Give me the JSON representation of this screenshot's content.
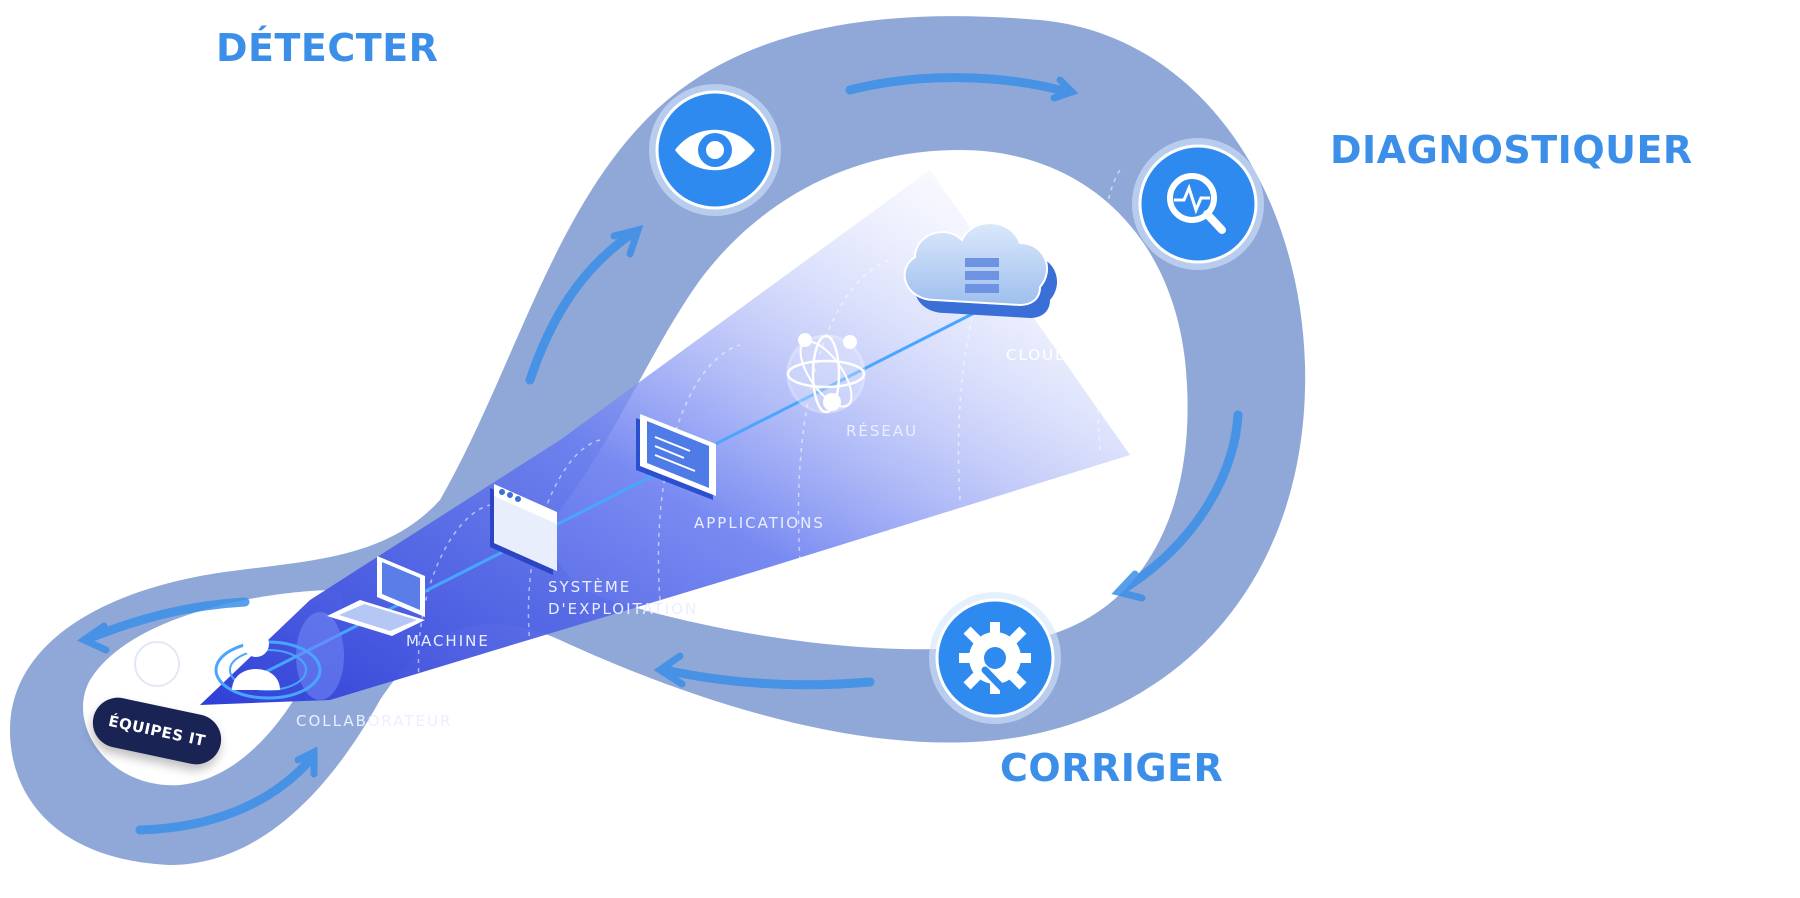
{
  "phases": {
    "detect": "DÉTECTER",
    "diagnose": "DIAGNOSTIQUER",
    "fix": "CORRIGER"
  },
  "layers": {
    "cloud": "CLOUD",
    "network": "RÉSEAU",
    "applications": "APPLICATIONS",
    "os_line1": "SYSTÈME",
    "os_line2": "D'EXPLOITATION",
    "machine": "MACHINE",
    "collaborator": "COLLABORATEUR"
  },
  "it_team": "ÉQUIPES IT",
  "icons": {
    "detect": "eye-icon",
    "diagnose": "pulse-search-icon",
    "fix": "gear-wrench-icon"
  },
  "colors": {
    "loop": "#8aa3d6",
    "accent": "#3b8fe8",
    "beam": "#4a5ee8",
    "badge": "#1a2454"
  }
}
